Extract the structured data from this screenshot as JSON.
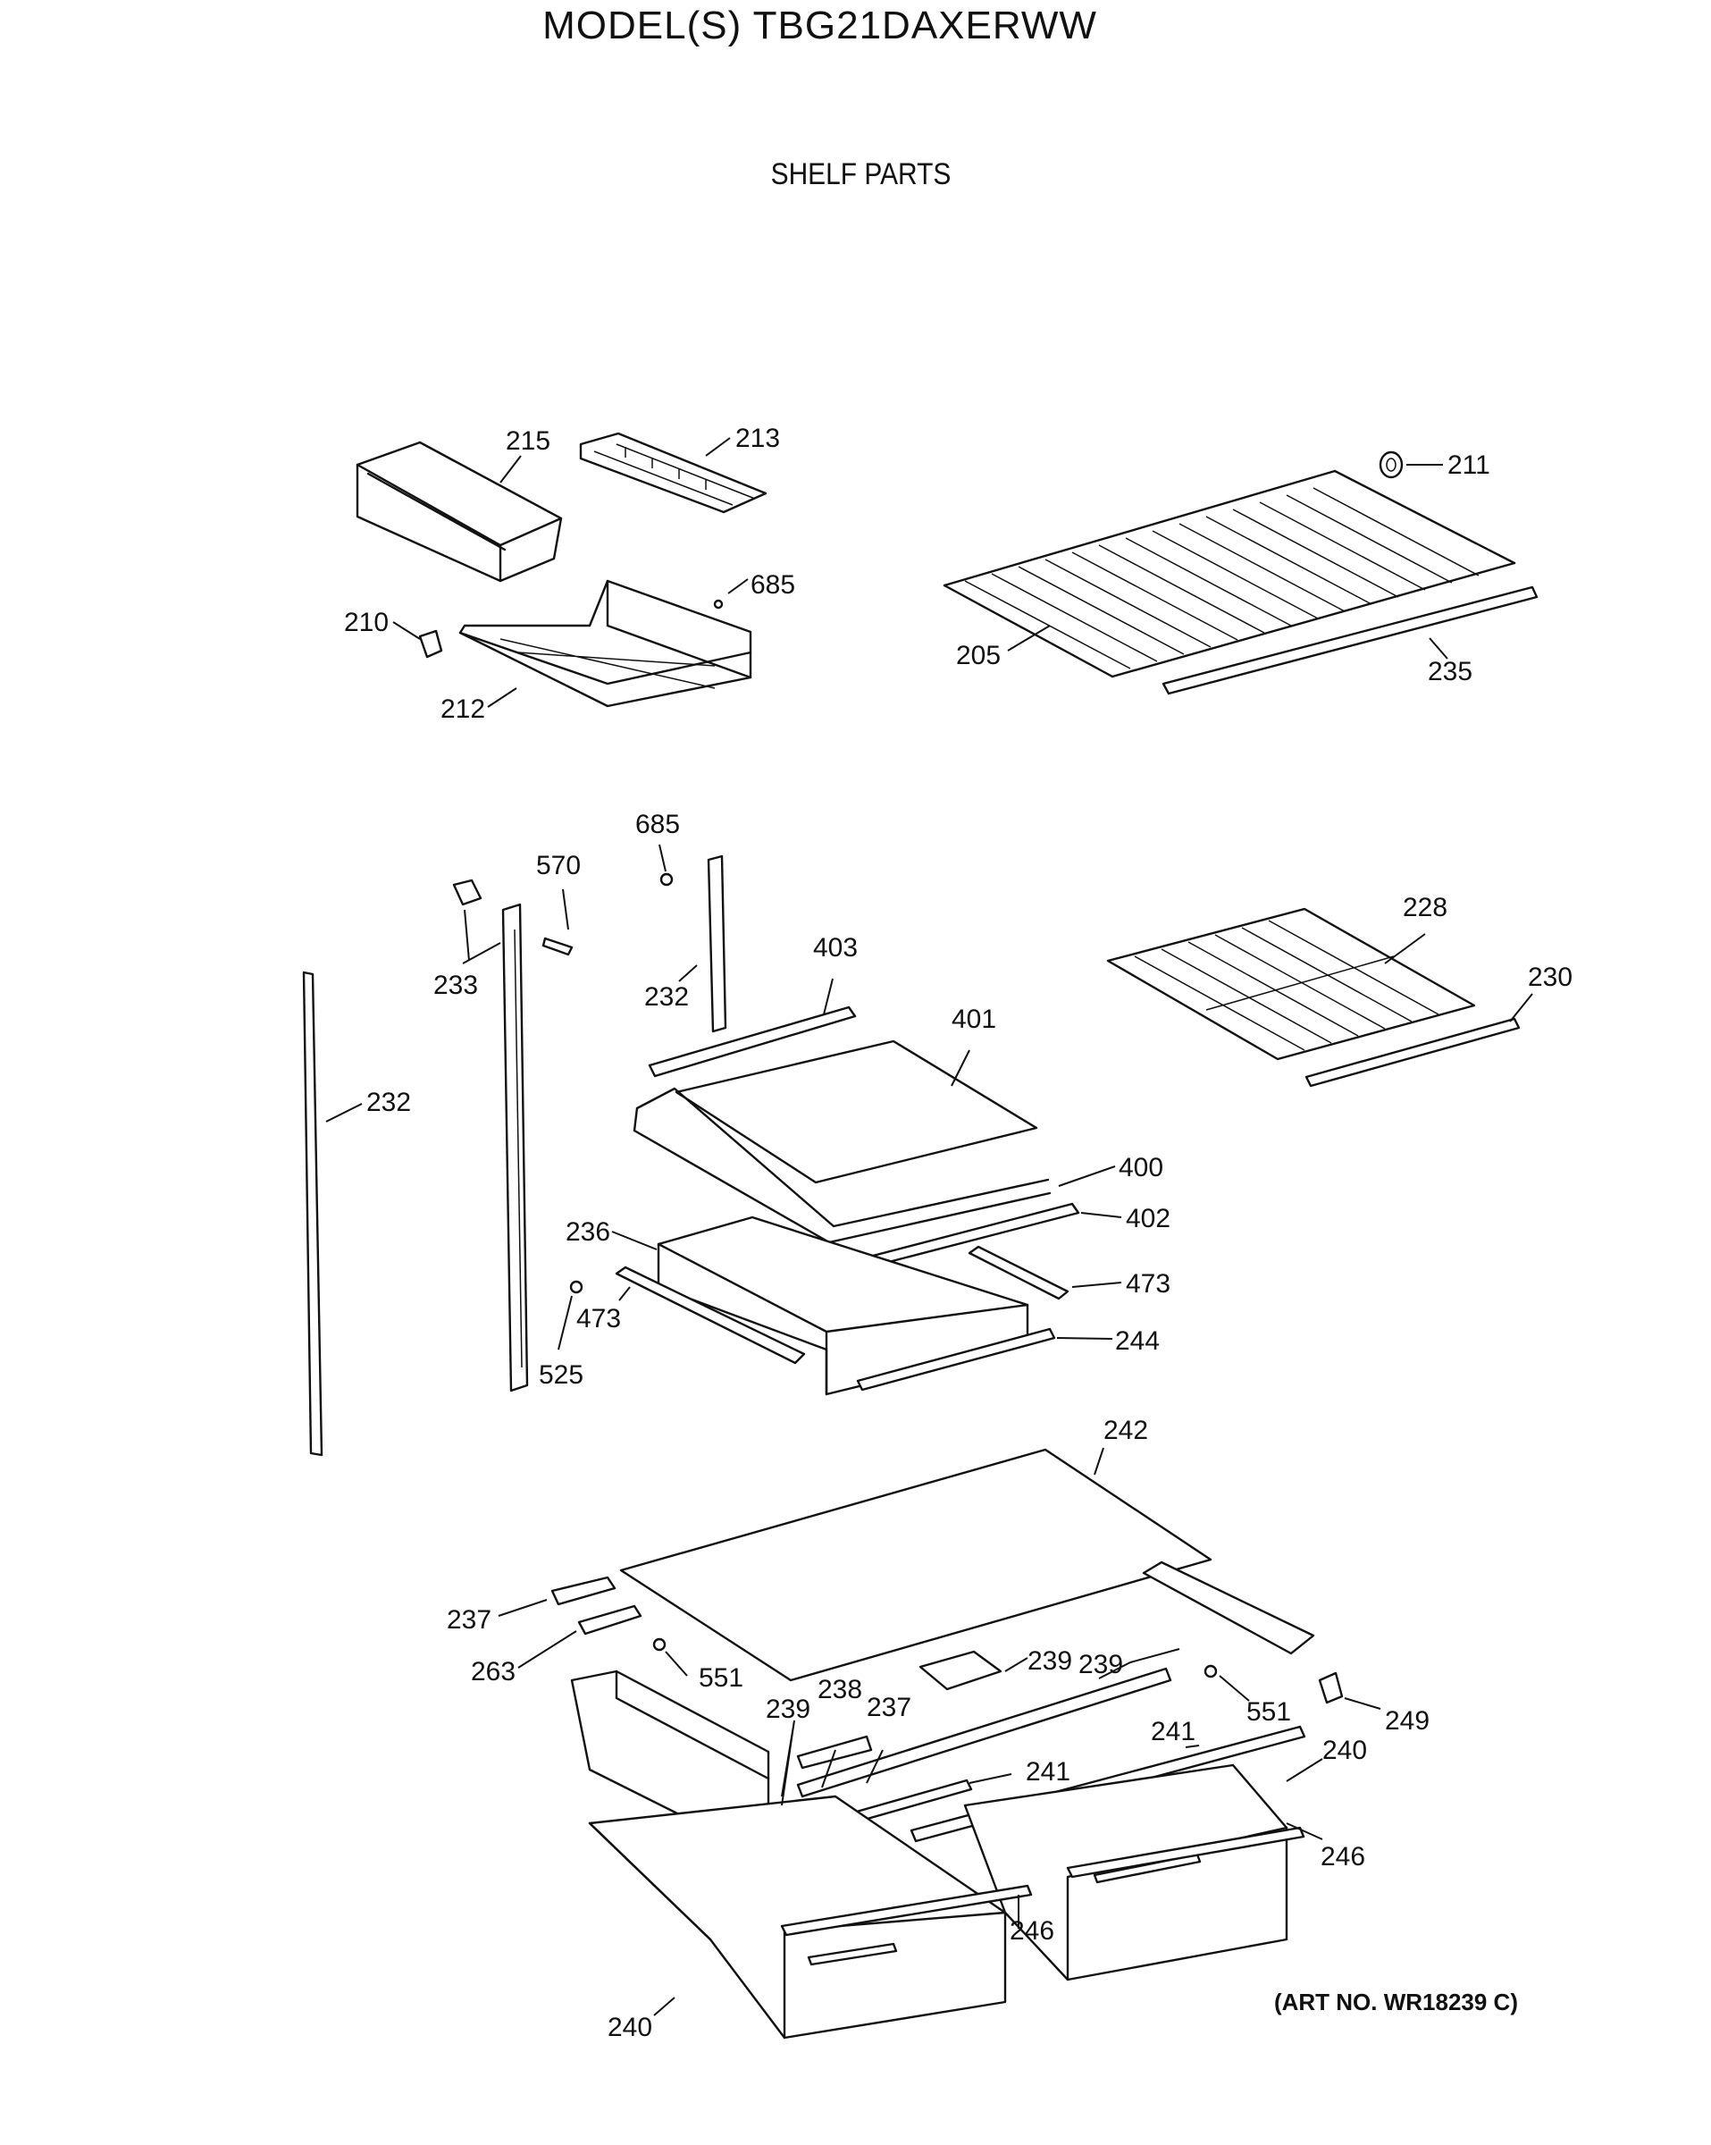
{
  "header": {
    "model_title": "MODEL(S) TBG21DAXERWW",
    "section_title": "SHELF PARTS"
  },
  "footer": {
    "art_no": "(ART NO. WR18239 C)"
  },
  "callouts": {
    "c215": "215",
    "c213": "213",
    "c211": "211",
    "c685a": "685",
    "c210": "210",
    "c212": "212",
    "c205": "205",
    "c235": "235",
    "c685b": "685",
    "c570": "570",
    "c233": "233",
    "c232a": "232",
    "c232b": "232",
    "c403": "403",
    "c401": "401",
    "c228": "228",
    "c230": "230",
    "c400": "400",
    "c402": "402",
    "c236": "236",
    "c473a": "473",
    "c473b": "473",
    "c244": "244",
    "c525": "525",
    "c242": "242",
    "c237a": "237",
    "c263": "263",
    "c551a": "551",
    "c239a": "239",
    "c239b": "239",
    "c238": "238",
    "c237b": "237",
    "c551b": "551",
    "c249": "249",
    "c239c": "239",
    "c241a": "241",
    "c241b": "241",
    "c240a": "240",
    "c246a": "246",
    "c246b": "246",
    "c240b": "240"
  }
}
